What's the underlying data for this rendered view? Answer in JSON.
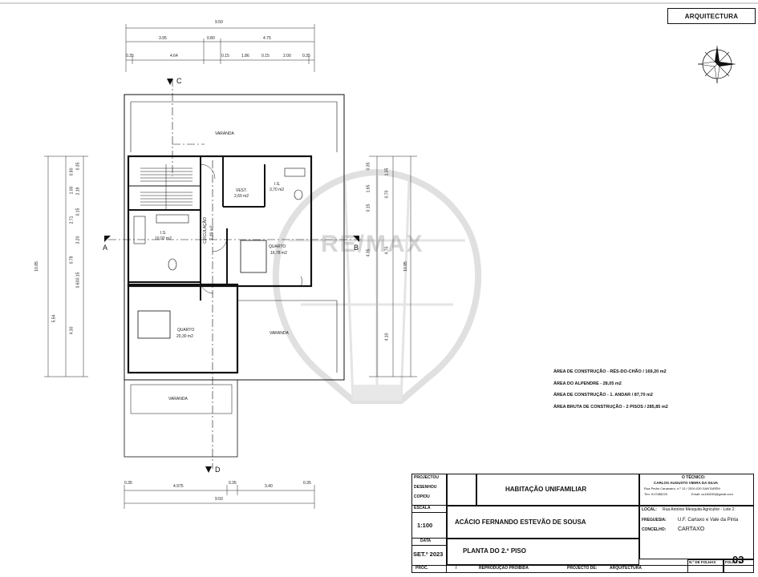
{
  "header": {
    "discipline": "ARQUITECTURA"
  },
  "dimensions": {
    "top_total": "9.50",
    "top_row2": [
      "3.95",
      "0.80",
      "4.75"
    ],
    "top_row3": [
      "0.35",
      "4.64",
      "0.15",
      "1.86",
      "0.15",
      "2.00",
      "0.35"
    ],
    "bottom_row1": [
      "0.35",
      "4.975",
      "0.35",
      "3.40",
      "0.35"
    ],
    "bottom_total": "9.50",
    "left_outer": "10.85",
    "left_mid": [
      "5.54"
    ],
    "left_inner": [
      "0.90",
      "1.00",
      "2.71",
      "0.79",
      "4.30"
    ],
    "left_small": [
      "0.35",
      "2.19",
      "0.15",
      "3.20",
      "0.15",
      "0.60"
    ],
    "right_outer": "10.85",
    "right_mid": [
      "1.35",
      "0.70",
      "4.70"
    ],
    "right_inner": [
      "0.35",
      "1.65",
      "0.15",
      "4.35",
      "4.10"
    ]
  },
  "sections": {
    "a": "A",
    "b": "B",
    "c": "C",
    "d": "D"
  },
  "rooms": {
    "varanda_top": "VARANDA",
    "vest_name": "VEST.",
    "vest_area": "2,60 m2",
    "wc_small_name": "I.S.",
    "wc_small_area": "3,70 m2",
    "wc_left_name": "I.S.",
    "wc_left_area": "10,92 m2",
    "circulacao_name": "CIRCULAÇÃO",
    "circulacao_area": "7,29 m2",
    "quarto1_name": "QUARTO",
    "quarto1_area": "16,78 m2",
    "quarto2_name": "QUARTO",
    "quarto2_area": "20,30 m2",
    "varanda_right": "VARANDA",
    "varanda_bottom": "VARANDA"
  },
  "areas": [
    "ÁREA DE CONSTRUÇÃO - RÉS-DO-CHÃO / 169,20 m2",
    "ÁREA DO ALPENDRE - 28,05 m2",
    "ÁREA DE CONSTRUÇÃO - 1. ANDAR / 87,70 m2",
    "ÁREA BRUTA DE CONSTRUÇÃO - 2 PISOS / 285,85 m2"
  ],
  "title_block": {
    "projectou": "PROJECTOU",
    "desenhou": "DESENHOU",
    "copiou": "COPIOU",
    "escala_label": "ESCALA",
    "escala_value": "1:100",
    "data_label": "DATA",
    "data_value": "SET.º 2023",
    "proc_label": "PROC.",
    "proc_value": "/",
    "project_title": "HABITAÇÃO UNIFAMILIAR",
    "owner": "ACÁCIO FERNANDO ESTEVÃO DE SOUSA",
    "sheet_title": "PLANTA DO 2.º PISO",
    "reproducao": "REPRODUÇÃO PROIBIDA",
    "projecto_de": "PROJECTO DE:",
    "projecto_de_value": "ARQUITECTURA",
    "tecnico_label": "O TÉCNICO:",
    "tecnico_name": "CARLOS AUGUSTO VIEIRA DA SILVA",
    "tecnico_address": "Rua Pedro Canavarro, n.º 13 / 2000-030 SANTARÉM",
    "tecnico_tlm": "Tlm: 917088229",
    "tecnico_email": "Email: cs160035@gmail.com",
    "local_label": "LOCAL:",
    "local_value": "Rua António Mesquita Agricultor - Lote 2",
    "freguesia_label": "FREGUESIA:",
    "freguesia_value": "U.F. Cartaxo e Vale da Pinta",
    "concelho_label": "CONCELHO:",
    "concelho_value": "CARTAXO",
    "n_folhas_label": "N.º DE FOLHAS",
    "folha_label": "FOLHA N.º",
    "folha_value": "03"
  },
  "watermark": {
    "text": "RE/MAX"
  },
  "icons": {
    "north": "compass-rose-icon"
  }
}
